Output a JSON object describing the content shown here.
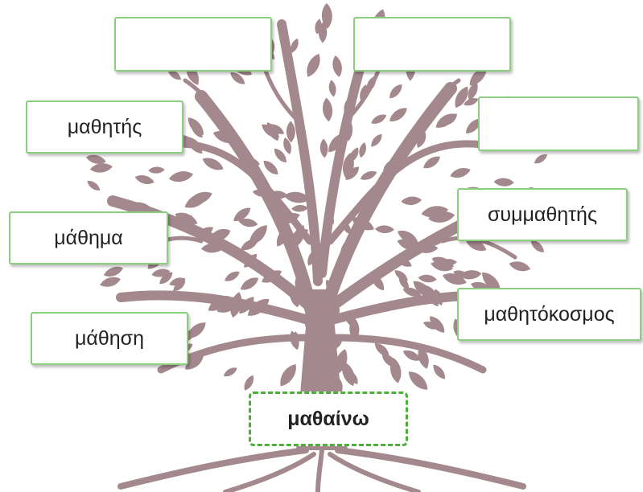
{
  "colors": {
    "tree": "#a3888d",
    "box_border": "#8bcf7e",
    "root_border": "#4caf3a"
  },
  "icon": "tree-illustration",
  "root_word": "μαθαίνω",
  "words": [
    {
      "id": "top-left",
      "text": ""
    },
    {
      "id": "top-right",
      "text": ""
    },
    {
      "id": "left-1",
      "text": "μαθητής"
    },
    {
      "id": "right-1",
      "text": ""
    },
    {
      "id": "left-2",
      "text": "μάθημα"
    },
    {
      "id": "right-2",
      "text": "συμμαθητής"
    },
    {
      "id": "left-3",
      "text": "μάθηση"
    },
    {
      "id": "right-3",
      "text": "μαθητόκοσμος"
    }
  ]
}
